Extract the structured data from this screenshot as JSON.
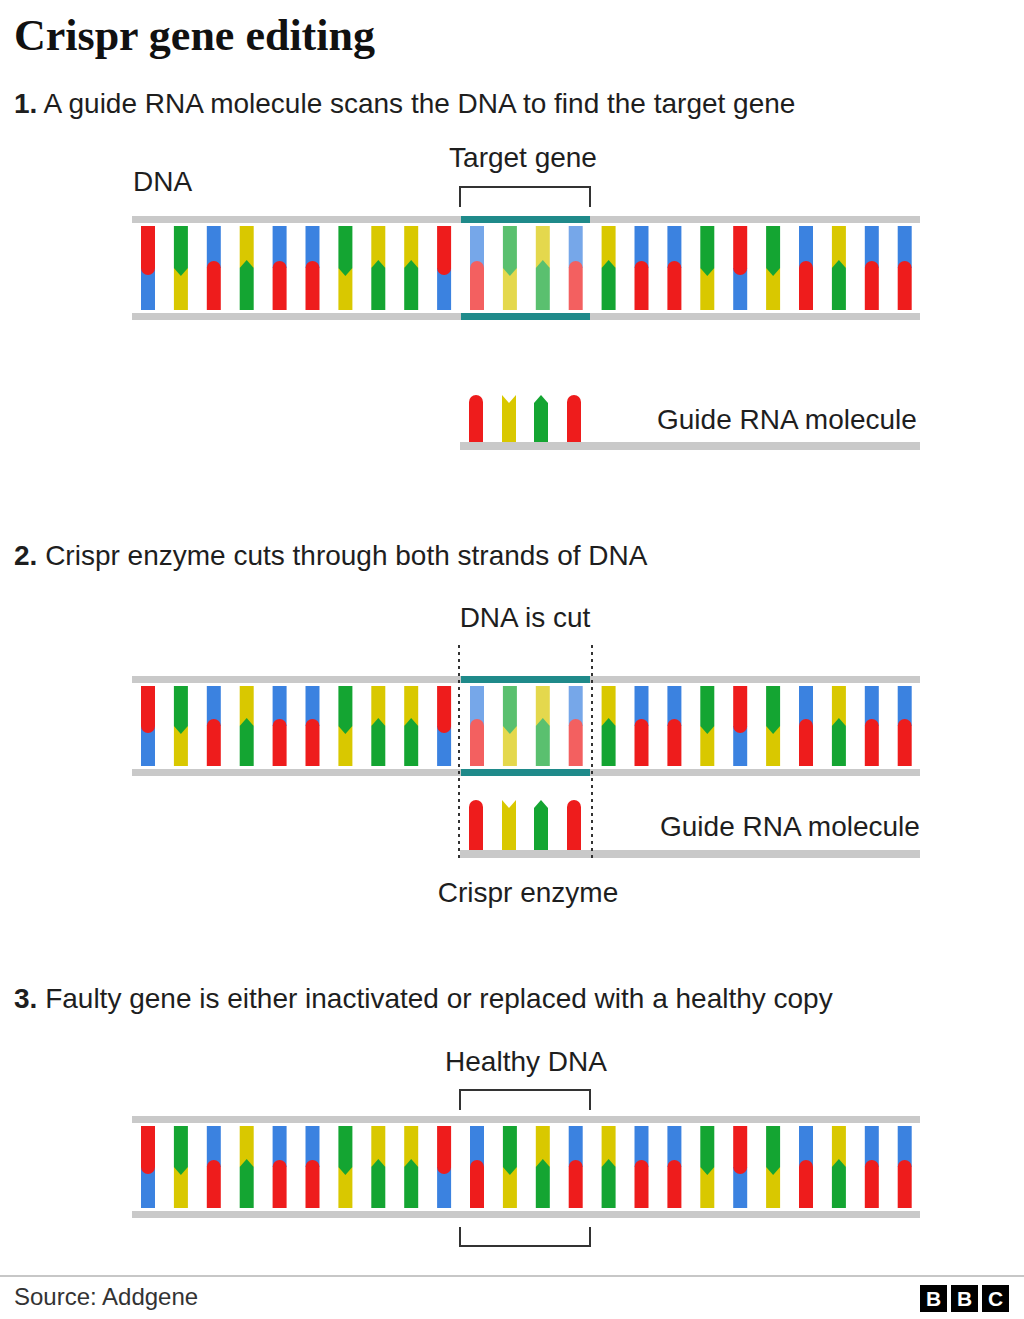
{
  "diagram": {
    "title": "Crispr gene editing",
    "caption": "Source: Addgene",
    "labels": [
      "1. A guide RNA molecule scans the DNA to find the target gene",
      "DNA",
      "Target gene",
      "Guide RNA molecule",
      "2. Crispr enzyme cuts through both strands of DNA",
      "DNA is cut",
      "Guide RNA molecule",
      "Crispr enzyme",
      "3. Faulty gene is either inactivated or replaced with a healthy copy",
      "Healthy DNA",
      "B",
      "B",
      "C"
    ]
  }
}
